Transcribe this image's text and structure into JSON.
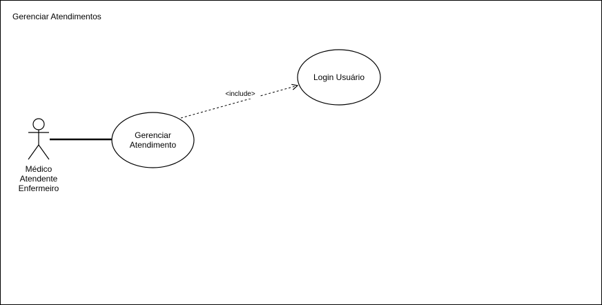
{
  "diagram": {
    "title": "Gerenciar Atendimentos"
  },
  "actor": {
    "name_lines": [
      "Médico",
      "Atendente",
      "Enfermeiro"
    ]
  },
  "use_cases": {
    "gerenciar": {
      "label_line1": "Gerenciar",
      "label_line2": "Atendimento"
    },
    "login": {
      "label": "Login Usuário"
    }
  },
  "relations": {
    "include_label": "<include>"
  },
  "colors": {
    "stroke": "#000000",
    "background": "#ffffff"
  }
}
